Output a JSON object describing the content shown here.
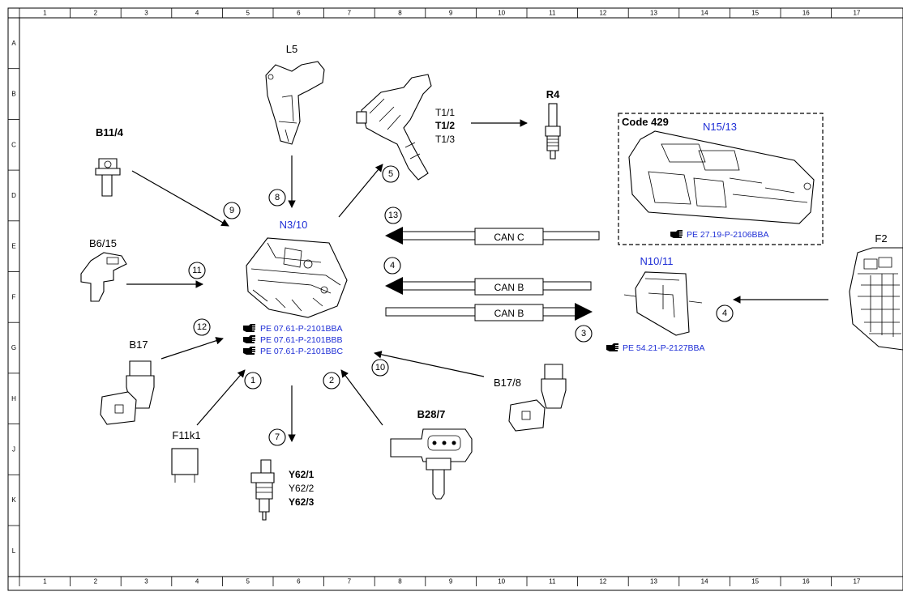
{
  "ruler": {
    "columns": [
      "1",
      "2",
      "3",
      "4",
      "5",
      "6",
      "7",
      "8",
      "9",
      "10",
      "11",
      "12",
      "13",
      "14",
      "15",
      "16",
      "17"
    ],
    "rows": [
      "A",
      "B",
      "C",
      "D",
      "E",
      "F",
      "G",
      "H",
      "J",
      "K",
      "L"
    ]
  },
  "components": {
    "central_unit": "N3/10",
    "camshaft_sensor": "L5",
    "ignition_coil_lines": [
      "T1/1",
      "T1/2",
      "T1/3"
    ],
    "spark_plug": "R4",
    "coolant_temp_sensor": "B11/4",
    "map_sensor": "B6/15",
    "intake_air_sensor": "B17",
    "relay": "F11k1",
    "injector_lines": [
      "Y62/1",
      "Y62/2",
      "Y62/3"
    ],
    "pressure_sensor": "B28/7",
    "charge_air_sensor": "B17/8",
    "signal_module": "N10/11",
    "fuse_box": "F2",
    "transmission_unit": "N15/13",
    "code_box_title": "Code 429"
  },
  "bus_labels": {
    "can_c": "CAN C",
    "can_b_in": "CAN B",
    "can_b_out": "CAN B"
  },
  "references": {
    "n3_refs": [
      "PE 07.61-P-2101BBA",
      "PE 07.61-P-2101BBB",
      "PE 07.61-P-2101BBC"
    ],
    "n15_ref": "PE 27.19-P-2106BBA",
    "n10_ref": "PE 54.21-P-2127BBA"
  },
  "callouts": [
    "1",
    "2",
    "3",
    "4",
    "4",
    "5",
    "7",
    "8",
    "9",
    "10",
    "11",
    "12",
    "13"
  ],
  "icons": {
    "reference": "pointing-hand-icon"
  },
  "colors": {
    "link_text": "#1f2fd6",
    "line": "#000000"
  }
}
